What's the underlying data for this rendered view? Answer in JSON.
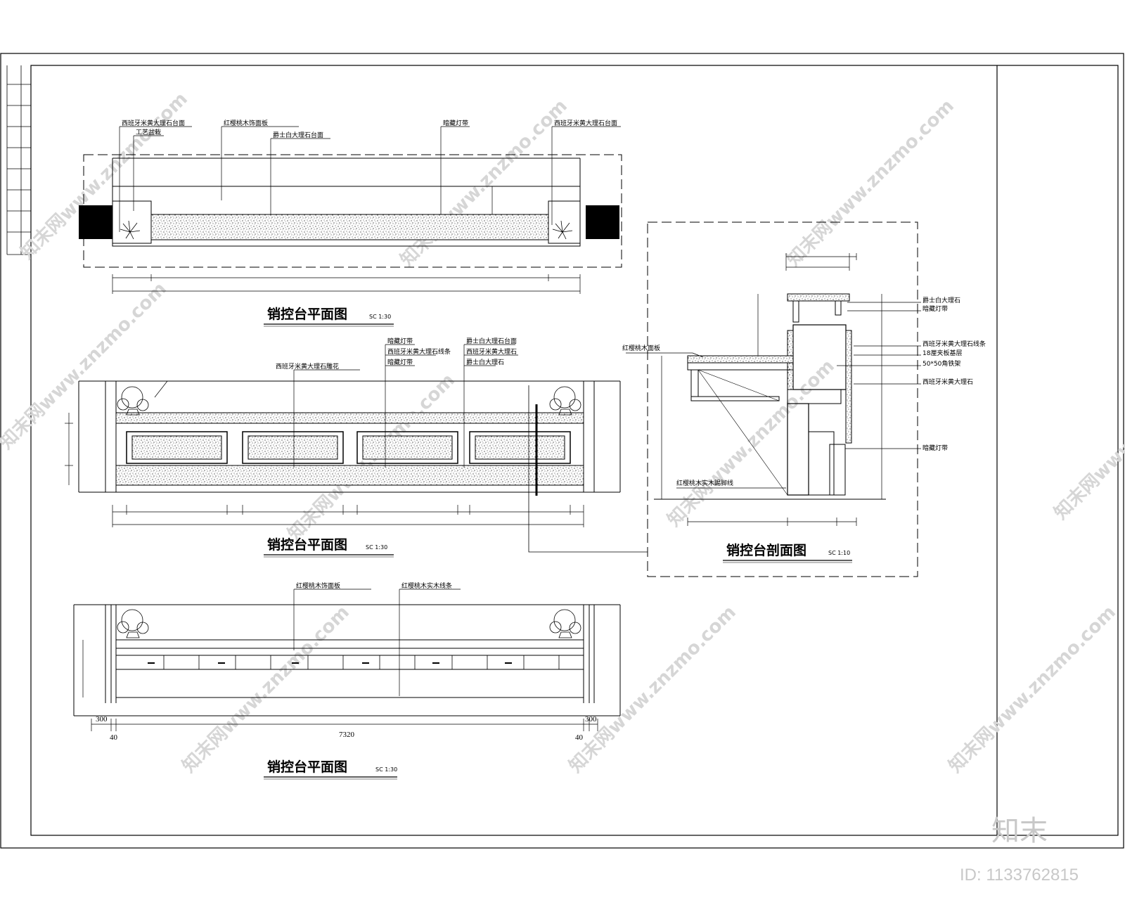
{
  "titles": {
    "plan1": "销控台平面图",
    "plan1_scale": "SC 1:30",
    "plan2": "销控台平面图",
    "plan2_scale": "SC 1:30",
    "plan3": "销控台平面图",
    "plan3_scale": "SC 1:30",
    "section": "销控台剖面图",
    "section_scale": "SC 1:10"
  },
  "plan1_labels": {
    "l1": "西班牙米黄大理石台面",
    "l2": "工艺盆栽",
    "l3": "红樱桃木饰面板",
    "l4": "爵士白大理石台面",
    "l5": "暗藏灯带",
    "l6": "西班牙米黄大理石台面"
  },
  "plan2_labels": {
    "l1": "西班牙米黄大理石雕花",
    "l2": "暗藏灯带",
    "l3": "西班牙米黄大理石线条",
    "l4": "暗藏灯带",
    "l5": "爵士白大理石台面",
    "l6": "西班牙米黄大理石",
    "l7": "爵士白大理石"
  },
  "plan3_labels": {
    "l1": "红樱桃木饰面板",
    "l2": "红樱桃木实木线条"
  },
  "section_labels": {
    "l1": "红樱桃木面板",
    "l2": "红樱桃木实木踢脚线",
    "r1": "爵士白大理石",
    "r2": "暗藏灯带",
    "r3": "西班牙米黄大理石线条",
    "r4": "18厘夹板基层",
    "r5": "50*50角铁架",
    "r6": "西班牙米黄大理石",
    "r7": "暗藏灯带"
  },
  "dims": {
    "p3_300_left": "300",
    "p3_300_right": "300",
    "p3_40_left": "40",
    "p3_40_right": "40",
    "p3_total": "7320"
  },
  "watermark": {
    "text": "知末网www.znzmo.com"
  },
  "brand": {
    "logo": "知末",
    "id": "ID: 1133762815"
  }
}
